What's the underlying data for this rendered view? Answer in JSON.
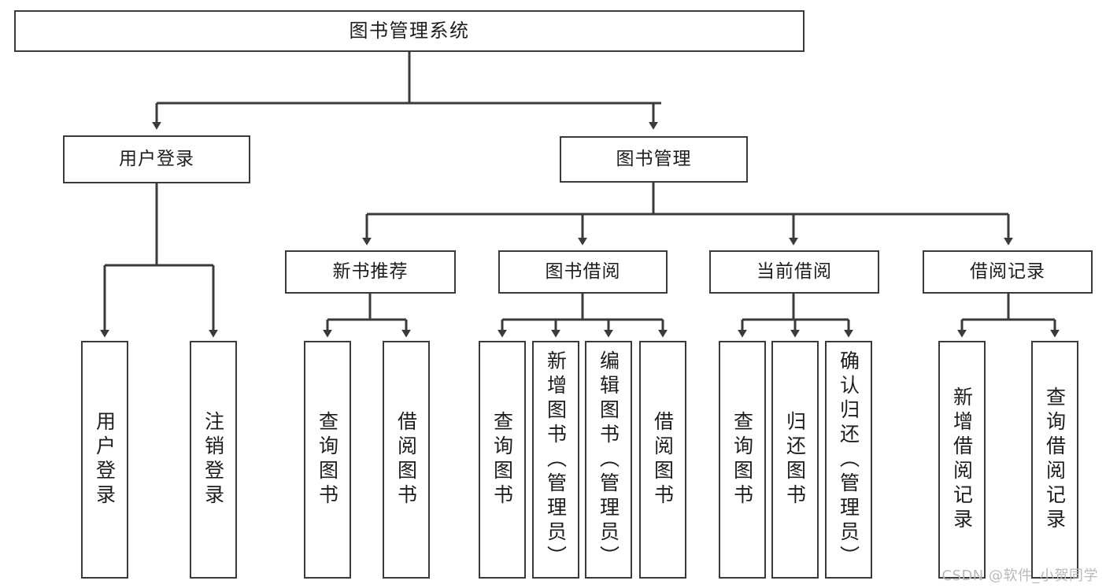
{
  "diagram": {
    "title": "图书管理系统",
    "type": "tree",
    "orientation": "top-down",
    "colors": {
      "background": "#ffffff",
      "border": "#3a3a3a",
      "connector": "#3a3a3a",
      "text": "#1d1d1d",
      "watermark": "#b9b9b9"
    },
    "watermark": "CSDN @软件_小贺同学",
    "nodes": {
      "root": {
        "label": "图书管理系统",
        "level": 1
      },
      "level2": [
        {
          "id": "user-login",
          "label": "用户登录",
          "level": 2
        },
        {
          "id": "book-manage",
          "label": "图书管理",
          "level": 2
        }
      ],
      "level3": [
        {
          "id": "new-book-recommend",
          "label": "新书推荐",
          "level": 3,
          "parent": "book-manage"
        },
        {
          "id": "book-borrow",
          "label": "图书借阅",
          "level": 3,
          "parent": "book-manage"
        },
        {
          "id": "current-borrow",
          "label": "当前借阅",
          "level": 3,
          "parent": "book-manage"
        },
        {
          "id": "borrow-record",
          "label": "借阅记录",
          "level": 3,
          "parent": "book-manage"
        }
      ],
      "leaves": [
        {
          "id": "leaf-user-login",
          "label": "用户登录",
          "parent": "user-login"
        },
        {
          "id": "leaf-logout-login",
          "label": "注销登录",
          "parent": "user-login"
        },
        {
          "id": "leaf-query-book-1",
          "label": "查询图书",
          "parent": "new-book-recommend"
        },
        {
          "id": "leaf-borrow-book-1",
          "label": "借阅图书",
          "parent": "new-book-recommend"
        },
        {
          "id": "leaf-query-book-2",
          "label": "查询图书",
          "parent": "book-borrow"
        },
        {
          "id": "leaf-add-book",
          "label": "新增图书（管理员）",
          "parent": "book-borrow"
        },
        {
          "id": "leaf-edit-book",
          "label": "编辑图书（管理员）",
          "parent": "book-borrow"
        },
        {
          "id": "leaf-borrow-book-2",
          "label": "借阅图书",
          "parent": "book-borrow"
        },
        {
          "id": "leaf-query-book-3",
          "label": "查询图书",
          "parent": "current-borrow"
        },
        {
          "id": "leaf-return-book",
          "label": "归还图书",
          "parent": "current-borrow"
        },
        {
          "id": "leaf-confirm-return",
          "label": "确认归还（管理员）",
          "parent": "current-borrow"
        },
        {
          "id": "leaf-add-record",
          "label": "新增借阅记录",
          "parent": "borrow-record"
        },
        {
          "id": "leaf-query-record",
          "label": "查询借阅记录",
          "parent": "borrow-record"
        }
      ]
    }
  }
}
